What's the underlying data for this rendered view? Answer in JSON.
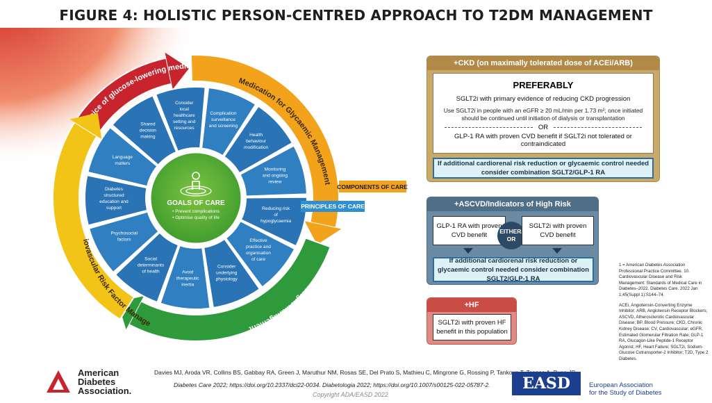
{
  "title": "FIGURE 4: HOLISTIC PERSON-CENTRED APPROACH TO T2DM MANAGEMENT",
  "wheel": {
    "outer_arcs": [
      {
        "label": "Cardiorenal Protection - choice of glucose-lowering medication",
        "color": "#c8242e"
      },
      {
        "label": "Medication for Glycaemic Management",
        "color": "#f3a21b"
      },
      {
        "label": "Weight Management",
        "color": "#2e9a3c"
      },
      {
        "label": "Cardiovascular Risk Factor Management",
        "color": "#f2c418"
      }
    ],
    "components_label": "COMPONENTS OF CARE",
    "principles_label": "PRINCIPLES OF CARE",
    "segments": [
      "Consider local healthcare setting and resources",
      "Complication surveillance and screening",
      "Health behaviour modification",
      "Monitoring and ongoing review",
      "Reducing risk of hypoglycaemia",
      "Effective practice and organisation of care",
      "Consider underlying physiology",
      "Avoid therapeutic inertia",
      "Social determinants of health",
      "Psychosocial factors",
      "Diabetes structured education and support",
      "Language matters",
      "Shared decision making"
    ],
    "goals_title": "GOALS OF CARE",
    "goals": [
      "• Prevent complications",
      "• Optimise quality of life"
    ]
  },
  "ckd": {
    "header": "+CKD (on maximally tolerated dose of ACEi/ARB)",
    "preferably": "PREFERABLY",
    "line1": "SGLT2i with primary evidence of reducing CKD progression",
    "line2": "Use SGLT2i in people with an eGFR ≥ 20 mL/min per 1.73 m²; once initiated should be continued until initiation of dialysis or transplantation",
    "or": "OR",
    "line3": "GLP-1 RA with proven CVD benefit if SGLT2i not tolerated or contraindicated",
    "combo": "If additional cardiorenal risk reduction or glycaemic control needed consider combination SGLT2/GLP-1 RA"
  },
  "ascvd": {
    "header": "+ASCVD/Indicators of High Risk",
    "left": "GLP-1 RA with proven CVD benefit",
    "either": "EITHER/",
    "or": "OR",
    "right": "SGLT2i with proven CVD benefit",
    "combo": "If additional cardiorenal risk reduction or glycaemic control needed consider combination SGLT2/GLP-1 RA"
  },
  "hf": {
    "header": "+HF",
    "body": "SGLT2i with proven HF benefit in this population"
  },
  "notes": {
    "ref": "1 = American Diabetes Association Professional Practice Committee. 10. Cardiovascular Disease and Risk Management: Standards of Medical Care in Diabetes–2022. Diabetes Care. 2022 Jan 1;45(Suppl 1):S144–74.",
    "abbrev": "ACEi, Angiotensin-Converting Enzyme Inhibitor; ARB, Angiotensin Receptor Blockers; ASCVD, Atherosclerotic Cardiovascular Disease; BP, Blood Pressure; CKD, Chronic Kidney Disease; CV, Cardiovascular; eGFR, Estimated Glomerular Filtration Rate; GLP-1 RA, Glucagon-Like Peptide-1 Receptor Agonist; HF, Heart Failure; SGLT2i, Sodium-Glucose Cotransporter-2 Inhibitor; T2D, Type 2 Diabetes."
  },
  "footer": {
    "authors": "Davies MJ, Aroda VR, Collins BS, Gabbay RA, Green J, Maruthur NM, Rosas SE, Del Prato S, Mathieu C, Mingrone G, Rossing P, Tankova T, Tsapas A, Buse JB",
    "journals": "Diabetes Care 2022; https://doi.org/10.2337/dci22-0034. Diabetologia 2022; https://doi.org/10.1007/s00125-022-05787-2.",
    "copyright": "Copyright ADA/EASD 2022",
    "ada_line1": "American",
    "ada_line2": "Diabetes",
    "ada_line3": "Association.",
    "easd": "EASD",
    "easd_line1": "European Association",
    "easd_line2": "for the Study of Diabetes"
  }
}
